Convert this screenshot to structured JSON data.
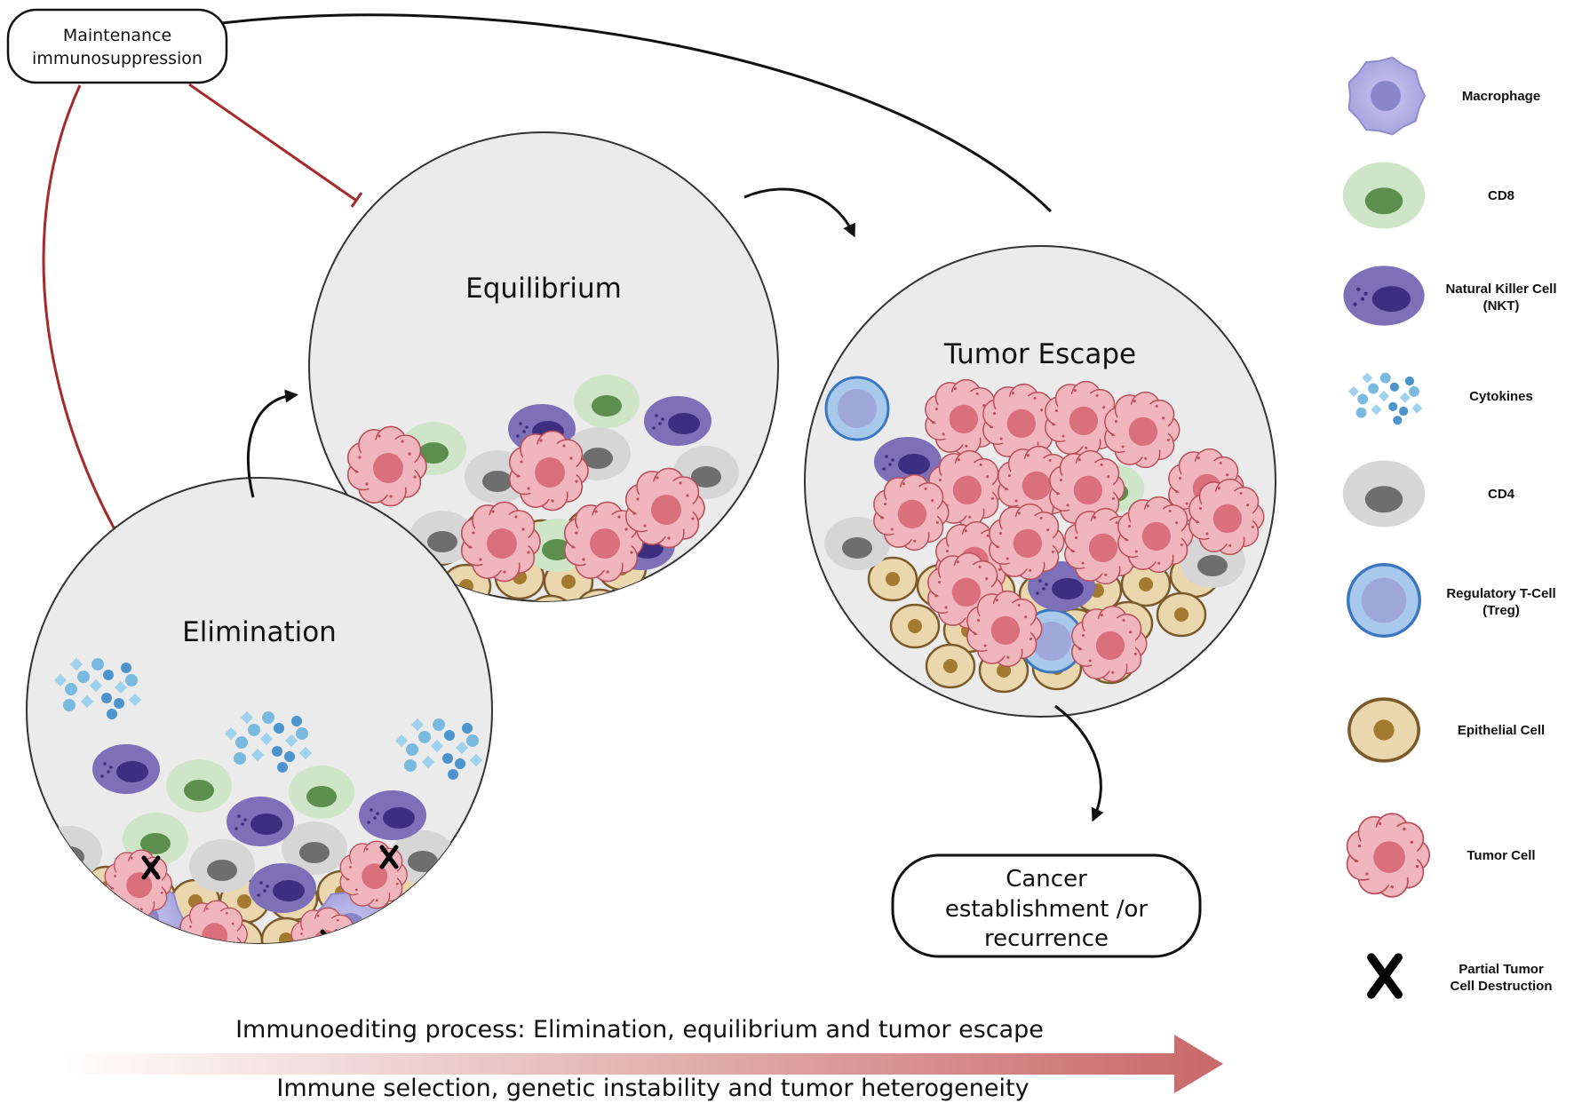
{
  "maintenance_box": {
    "line1": "Maintenance",
    "line2": "immunosuppression"
  },
  "circles": {
    "elimination": "Elimination",
    "equilibrium": "Equilibrium",
    "escape": "Tumor Escape"
  },
  "outcome_box": {
    "line1": "Cancer",
    "line2": "establishment /or",
    "line3": "recurrence"
  },
  "bottom": {
    "top_text": "Immunoediting process: Elimination, equilibrium and tumor escape",
    "bottom_text": "Immune selection, genetic instability and tumor heterogeneity"
  },
  "legend": [
    {
      "key": "macrophage",
      "line1": "Macrophage",
      "line2": ""
    },
    {
      "key": "cd8",
      "line1": "CD8",
      "line2": ""
    },
    {
      "key": "nkt",
      "line1": "Natural Killer Cell",
      "line2": "(NKT)"
    },
    {
      "key": "cytokines",
      "line1": "Cytokines",
      "line2": ""
    },
    {
      "key": "cd4",
      "line1": "CD4",
      "line2": ""
    },
    {
      "key": "treg",
      "line1": "Regulatory T-Cell",
      "line2": "(Treg)"
    },
    {
      "key": "epithelial",
      "line1": "Epithelial Cell",
      "line2": ""
    },
    {
      "key": "tumor",
      "line1": "Tumor Cell",
      "line2": ""
    },
    {
      "key": "x",
      "line1": "Partial Tumor",
      "line2": "Cell Destruction"
    }
  ],
  "colors": {
    "circle_fill": "#ebebeb",
    "inhibit_line": "#a52a2a",
    "arrow_gradient_end": "#c96868",
    "macrophage": "#b8b6e6",
    "cd8": "#cfe5c8",
    "nkt": "#7d70b8",
    "cytokine": "#6aa6d3",
    "cd4": "#d3d3d3",
    "treg": "#a9c9ec",
    "epithelial": "#ead7ad",
    "tumor": "#f1b6bd"
  }
}
